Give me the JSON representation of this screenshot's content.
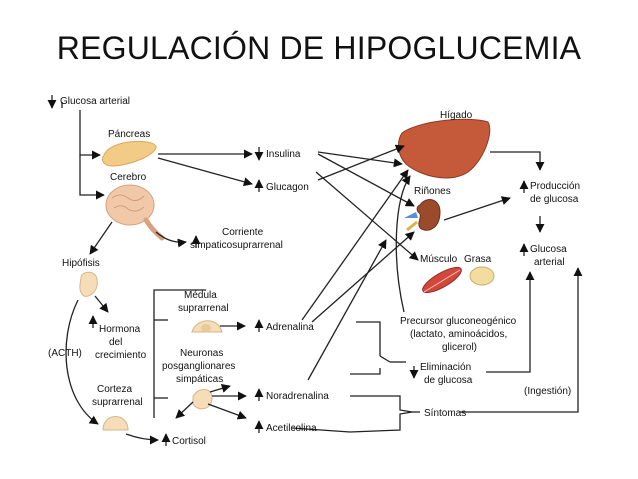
{
  "title": "REGULACIÓN DE HIPOGLUCEMIA",
  "labels": {
    "glucosa_arterial_top": "Glucosa arterial",
    "pancreas": "Páncreas",
    "cerebro": "Cerebro",
    "insulina": "Insulina",
    "glucagon": "Glucagon",
    "corriente_1": "Corriente",
    "corriente_2": "simpaticosuprarrenal",
    "hipofisis": "Hipófisis",
    "hormona_1": "Hormona",
    "hormona_2": "del",
    "hormona_3": "crecimiento",
    "acth": "(ACTH)",
    "medula_1": "Médula",
    "medula_2": "suprarrenal",
    "adrenalina": "Adrenalina",
    "neuronas_1": "Neuronas",
    "neuronas_2": "posganglionares",
    "neuronas_3": "simpáticas",
    "noradrenalina": "Noradrenalina",
    "acetilcolina": "Acetilcolina",
    "corteza_1": "Corteza",
    "corteza_2": "suprarrenal",
    "cortisol": "Cortisol",
    "higado": "Hígado",
    "rinones": "Riñones",
    "musculo": "Músculo",
    "grasa": "Grasa",
    "produccion_1": "Producción",
    "produccion_2": "de glucosa",
    "glucosa_arterial_1": "Glucosa",
    "glucosa_arterial_2": "arterial",
    "precursor_1": "Precursor gluconeogénico",
    "precursor_2": "(lactato, aminoácidos,",
    "precursor_3": "glicerol)",
    "eliminacion_1": "Eliminación",
    "eliminacion_2": "de glucosa",
    "sintomas": "Síntomas",
    "ingestion": "(Ingestión)"
  },
  "colors": {
    "liver": "#c45a3a",
    "kidney": "#9c4a2c",
    "muscle": "#d2473c",
    "fat": "#f3dca0",
    "gland": "#f5ddb8",
    "pancreas": "#f2cc86",
    "brain": "#f2c9a8",
    "adrenal_vessel": "#5b8fd1"
  }
}
